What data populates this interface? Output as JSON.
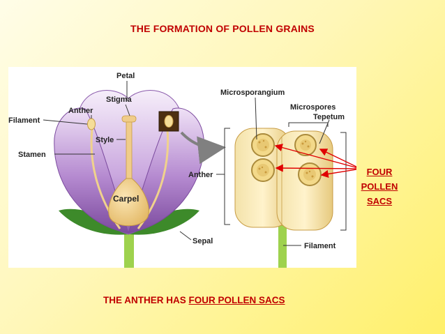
{
  "title": "THE FORMATION OF POLLEN GRAINS",
  "diagram": {
    "labels": {
      "petal": "Petal",
      "stigma": "Stigma",
      "anther_left": "Anther",
      "filament_left": "Filament",
      "style": "Style",
      "stamen": "Stamen",
      "carpel": "Carpel",
      "sepal": "Sepal",
      "anther_right": "Anther",
      "microsporangium": "Microsporangium",
      "microspores": "Microspores",
      "tepetum": "Tepetum",
      "filament_right": "Filament"
    }
  },
  "annotation": {
    "line1": "FOUR",
    "line2": "POLLEN",
    "line3": "SACS"
  },
  "caption": {
    "prefix": "THE ANTHER HAS ",
    "emphasis": "FOUR POLLEN SACS"
  },
  "colors": {
    "accent": "#c00000",
    "petal": "#9a68b8",
    "carpel": "#f0cc8a",
    "sepal": "#3d8a2a",
    "anther": "#eed89a"
  }
}
